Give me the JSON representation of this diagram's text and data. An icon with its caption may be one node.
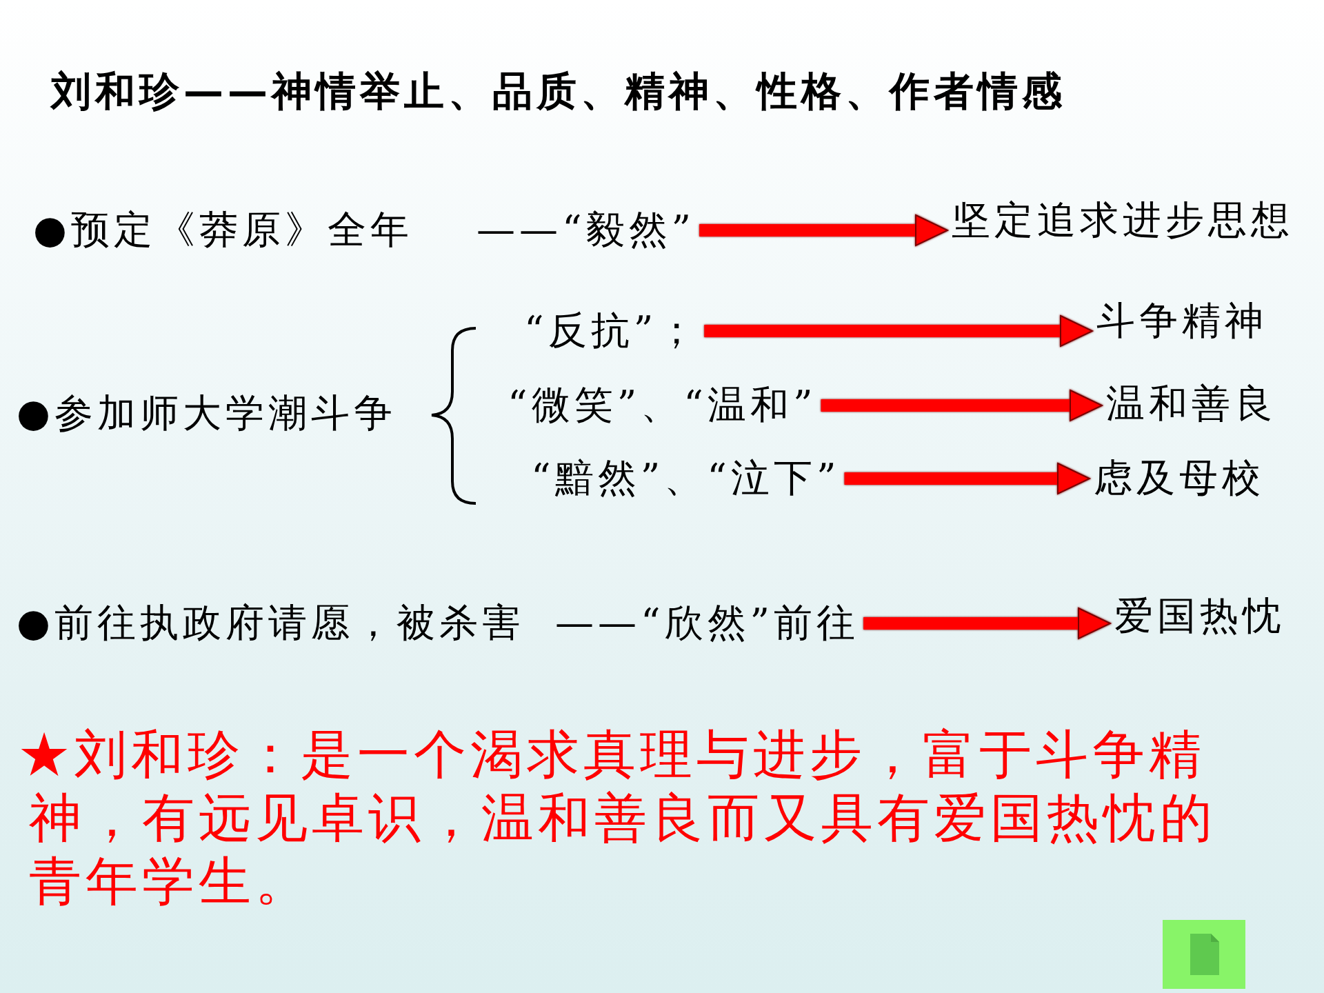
{
  "diagram": {
    "title": "刘和珍——神情举止、品质、精神、性格、作者情感",
    "nodes": [
      {
        "text": [
          "●预定《莽原》全年",
          "——“毅然”"
        ]
      },
      {
        "text": [
          "坚定追求进步思想"
        ]
      },
      {
        "text": [
          "“反抗”；"
        ]
      },
      {
        "text": [
          "斗争精神"
        ]
      },
      {
        "text": [
          "“微笑”、“温和”"
        ]
      },
      {
        "text": [
          "温和善良"
        ]
      },
      {
        "text": [
          "“黯然”、“泣下”"
        ]
      },
      {
        "text": [
          "虑及母校"
        ]
      },
      {
        "text": [
          "●前往执政府请愿，被杀害",
          "——“欣然”前往"
        ]
      },
      {
        "text": [
          "爱国热忱"
        ]
      }
    ],
    "edges": [
      {
        "from": 0,
        "to": 1,
        "arrow": "to"
      },
      {
        "from": 2,
        "to": 3,
        "arrow": "to"
      },
      {
        "from": 4,
        "to": 5,
        "arrow": "to"
      },
      {
        "from": 6,
        "to": 7,
        "arrow": "to"
      },
      {
        "from": 8,
        "to": 9,
        "arrow": "to"
      }
    ],
    "labels": [
      "●参加师大学潮斗争",
      "★刘和珍：是一个渴求真理与进步，富于斗争精神，有远见卓识，温和善良而又具有爱国热忱的青年学生。"
    ]
  }
}
